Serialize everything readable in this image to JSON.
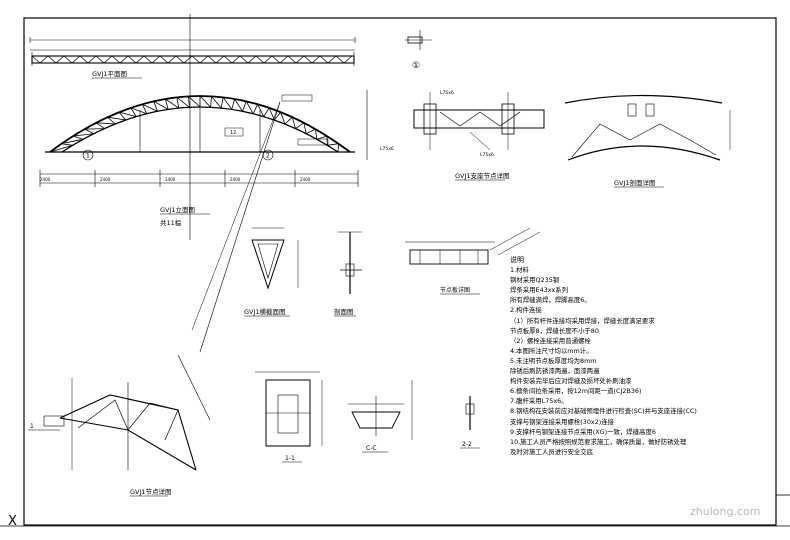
{
  "truss_elevation": {
    "title": "GVJ1立面图",
    "subtitle": "共11榀",
    "circle_labels": [
      "1",
      "2"
    ],
    "span_label": "12",
    "tag_left": "1",
    "dim_values": [
      "2400",
      "2400",
      "2400",
      "2400",
      "2400"
    ]
  },
  "truss_plan": {
    "title": "GVJ1平面图"
  },
  "detail_1": {
    "circle_label": "①"
  },
  "support_detail": {
    "title": "GVJ1支座节点详图",
    "angle_labels": [
      "L75x6",
      "L75x6",
      "L75x6"
    ]
  },
  "arch_elevation": {
    "title": "GVJ1剖面详图"
  },
  "section_triangle": {
    "title": "GVJ1横截面图"
  },
  "section_small": {
    "title": "剖面图"
  },
  "plate_detail": {
    "title": "节点板详图"
  },
  "lower_detail": {
    "title": "GVJ1节点详图"
  },
  "section_1_1": {
    "label": "1-1"
  },
  "section_c_c": {
    "label": "C-C"
  },
  "section_2_2": {
    "label": "2-2"
  },
  "notes": {
    "heading": "说明",
    "items": [
      "1.材料",
      "钢材采用Q235钢",
      "焊条采用E43xx系列",
      "所有焊缝满焊，焊脚高度6。",
      "2.构件连接",
      "（1）所有杆件连接均采用焊接，焊缝长度满足要求",
      "节点板厚8，焊缝长度不小于80",
      "（2）螺栓连接采用普通螺栓",
      "4.本图所注尺寸均以mm计。",
      "5.未注明节点板厚度均为8mm",
      "除锈后刷防锈漆两遍，面漆两遍",
      "构件安装完毕后应对焊缝及损坏处补刷油漆",
      "6.檩条间拉条采用，按12m间距一道(CJ2B36)",
      "7.腹杆采用L75x6。",
      "8.钢结构在安装前应对基础预埋件进行检查(SC)并与支座连接(CC)",
      "支撑与钢架连接采用螺栓(30x2)连接",
      "9.支撑杆与钢架连接节点采用(XG)一致，焊缝高度6",
      "10.施工人员严格按照规范要求施工，确保质量，做好防锈处理",
      "及时对施工人员进行安全交底"
    ]
  },
  "watermark": "zhulong.com",
  "corner_mark": "X"
}
